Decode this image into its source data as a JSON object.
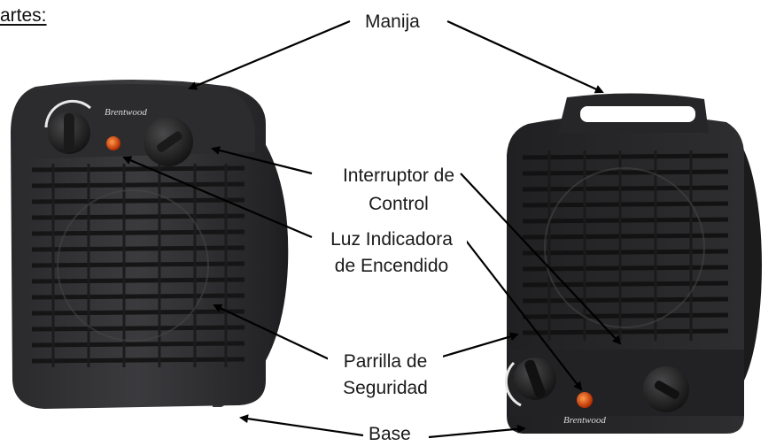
{
  "heading": "artes:",
  "labels": {
    "handle": "Manija",
    "control_line1": "Interruptor de",
    "control_line2": "Control",
    "light_line1": "Luz Indicadora",
    "light_line2": "de Encendido",
    "grille_line1": "Parrilla de",
    "grille_line2": "Seguridad",
    "base": "Base"
  },
  "brand_marks": [
    "Brentwood",
    "Brentwood"
  ]
}
